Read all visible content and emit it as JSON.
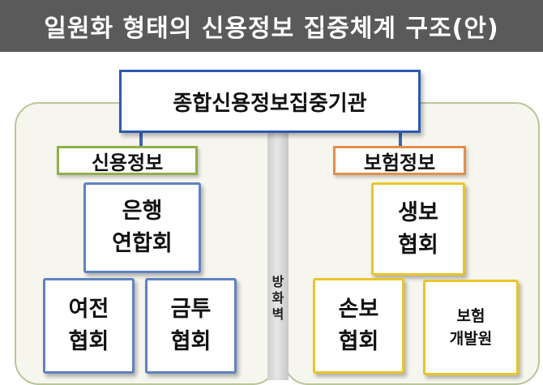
{
  "header": {
    "title": "일원화 형태의 신용정보 집중체계 구조(안)"
  },
  "central_agency": {
    "label": "종합신용정보집중기관"
  },
  "firewall": {
    "label": "방\n화\n벽"
  },
  "credit_info": {
    "label": "신용정보",
    "bank_association": "은행\n연합회",
    "credit_finance_association": "여전\n협회",
    "financial_investment_association": "금투\n협회"
  },
  "insurance_info": {
    "label": "보험정보",
    "life_insurance_association": "생보\n협회",
    "nonlife_insurance_association": "손보\n협회",
    "insurance_development_institute": "보험\n개발원"
  },
  "colors": {
    "header_bg": "#5a5a5a",
    "central_border": "#2f59b0",
    "credit_tag_border": "#8fb04a",
    "insurance_tag_border": "#e2904a",
    "credit_org_border": "#5f82c2",
    "insurance_org_border": "#e9c52c",
    "panel_border": "#b9c69a"
  }
}
